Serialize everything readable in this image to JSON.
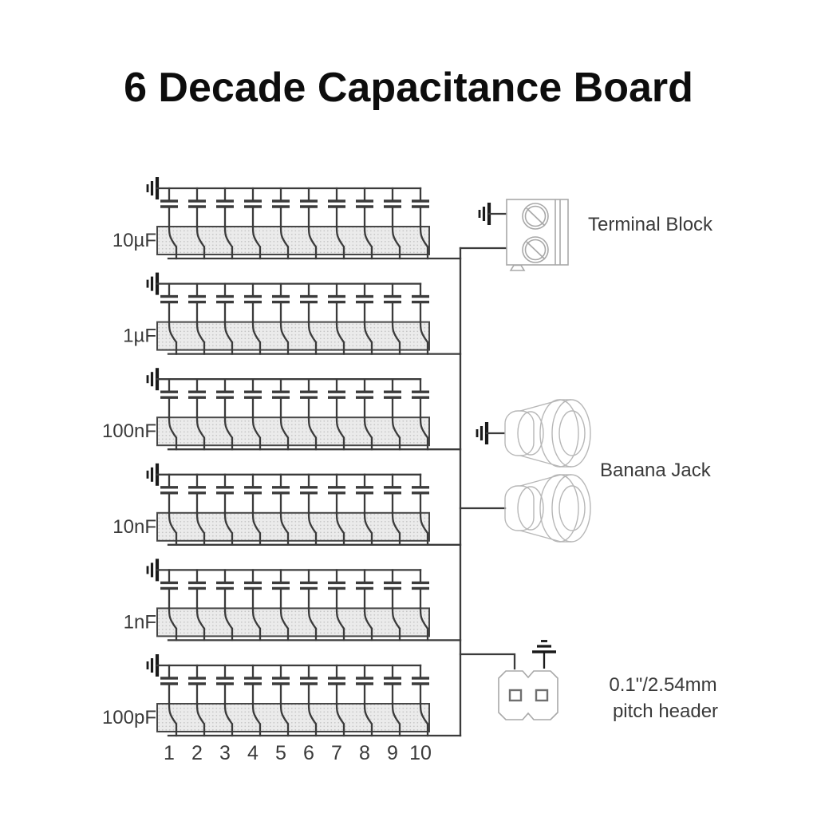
{
  "title": "6 Decade Capacitance Board",
  "diagram": {
    "rows": [
      {
        "label": "10µF",
        "capacitors": 10
      },
      {
        "label": "1µF",
        "capacitors": 10
      },
      {
        "label": "100nF",
        "capacitors": 10
      },
      {
        "label": "10nF",
        "capacitors": 10
      },
      {
        "label": "1nF",
        "capacitors": 10
      },
      {
        "label": "100pF",
        "capacitors": 10
      }
    ],
    "switch_positions": [
      "1",
      "2",
      "3",
      "4",
      "5",
      "6",
      "7",
      "8",
      "9",
      "10"
    ],
    "connectors": {
      "terminal_block": {
        "label": "Terminal Block"
      },
      "banana_jack": {
        "label": "Banana Jack"
      },
      "pitch_header": {
        "label_line1": "0.1\"/2.54mm",
        "label_line2": "pitch header"
      }
    },
    "colors": {
      "wire": "#3b3b3b",
      "ground": "#1a1a1a",
      "component_outline": "#a8a8a8",
      "switch_bank_fill": "#ebebeb",
      "switch_bank_dots": "#c4c4c4",
      "text": "#3a3a3a",
      "title": "#0d0d0d"
    }
  }
}
